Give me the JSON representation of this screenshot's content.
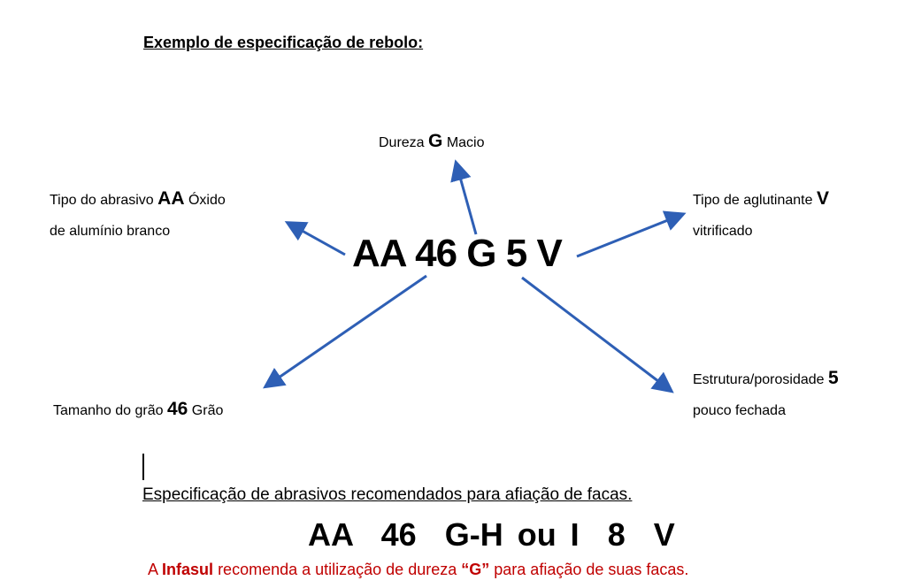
{
  "title": "Exemplo de especificação de rebolo:",
  "center_code": "AA 46 G 5 V",
  "labels": {
    "hardness": {
      "pre": "Dureza",
      "code": "G",
      "post": "Macio"
    },
    "abrasive": {
      "pre": "Tipo do abrasivo",
      "code": "AA",
      "post": "Óxido",
      "line2": "de alumínio branco"
    },
    "binder": {
      "pre": "Tipo de aglutinante",
      "code": "V",
      "line2": "vitrificado"
    },
    "grain": {
      "pre": "Tamanho do grão",
      "code": "46",
      "post": "Grão"
    },
    "structure": {
      "pre": "Estrutura/porosidade",
      "code": "5",
      "line2": "pouco fechada"
    }
  },
  "recommended_heading": "Especificação de abrasivos recomendados para afiação de facas.",
  "recommended_code": "AA  46  G-H ou I  8  V",
  "note": {
    "pre": "A",
    "brand": "Infasul",
    "mid": "recomenda a utilização de dureza",
    "quote": "“G”",
    "post": "para afiação de suas facas."
  },
  "colors": {
    "arrow": "#2e5fb5",
    "note": "#c00000"
  }
}
